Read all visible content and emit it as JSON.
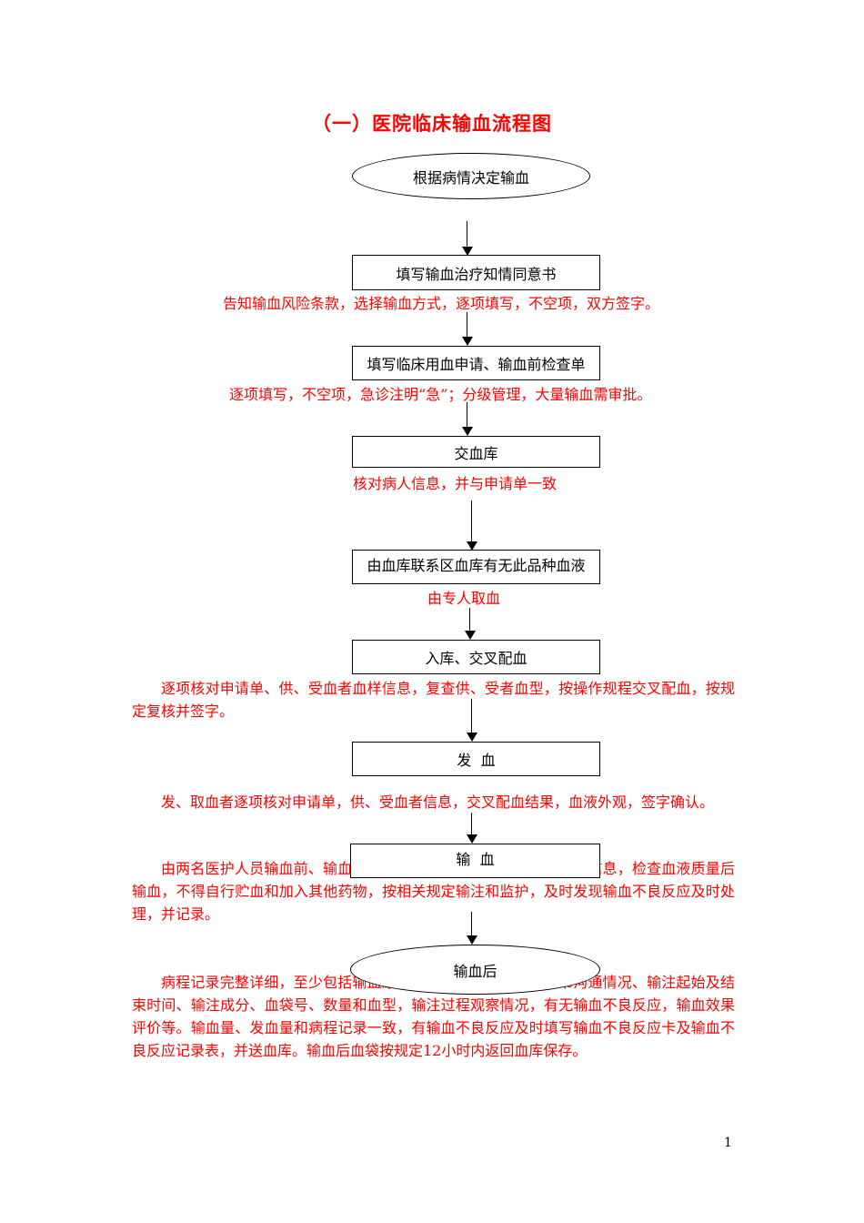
{
  "title": "（一）医院临床输血流程图",
  "nodes": {
    "start": "根据病情决定输血",
    "consent": "填写输血治疗知情同意书",
    "application": "填写临床用血申请、输血前检查单",
    "submit": "交血库",
    "contact": "由血库联系区血库有无此品种血液",
    "crossmatch": "入库、交叉配血",
    "issue": "发  血",
    "transfuse": "输  血",
    "end": "输血后"
  },
  "notes": {
    "consent": "告知输血风险条款，选择输血方式，逐项填写，不空项，双方签字。",
    "application": "逐项填写，不空项，急诊注明“急”；分级管理，大量输血需审批。",
    "submit": "核对病人信息，并与申请单一致",
    "contact": "由专人取血",
    "crossmatch": "逐项核对申请单、供、受血者血样信息，复查供、受者血型，按操作规程交叉配血，按规定复核并签字。",
    "issue": "发、取血者逐项核对申请单，供、受血者信息，交叉配血结果，血液外观，签字确认。",
    "transfuse": "由两名医护人员输血前、输血时共同逐项核对申请单，供、受血者信息，检查血液质量后输血，不得自行贮血和加入其他药物，按相关规定输注和监护，及时发现输血不良反应及时处理，并记录。",
    "end": "病程记录完整详细，至少包括输血原因、输血前签署知情同意书沟通情况、输注起始及结束时间、输注成分、血袋号、数量和血型，输注过程观察情况，有无输血不良反应，输血效果评价等。输血量、发血量和病程记录一致，有输血不良反应及时填写输血不良反应卡及输血不良反应记录表，并送血库。输血后血袋按规定12小时内返回血库保存。"
  },
  "page_number": "1",
  "colors": {
    "note": "#ff0000",
    "title": "#ff0000",
    "shape_border": "#000000"
  }
}
